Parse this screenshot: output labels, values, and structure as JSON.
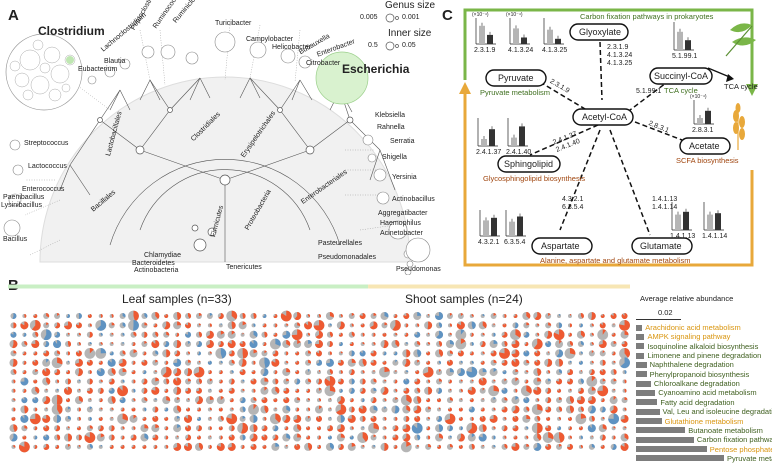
{
  "panels": {
    "a": {
      "letter": "A",
      "big_labels": [
        "Clostridium",
        "Escherichia"
      ],
      "legend": {
        "genus_title": "Genus size",
        "genus_min": "0.005",
        "genus_max": "0.001",
        "inner_title": "Inner size",
        "inner_min": "0.5",
        "inner_max": "0.05"
      },
      "genera_top": [
        "Peptoclostridium",
        "Ruminococcus",
        "Ruminiclostridium",
        "Turicibacter",
        "Lachnoclostridium",
        "Blautia",
        "Eubacterium",
        "Campylobacter",
        "Helicobacter",
        "Butiauxella",
        "Citrobacter",
        "Enterobacter"
      ],
      "genera_right": [
        "Klebsiella",
        "Rahnella",
        "Serratia",
        "Shigella",
        "Yersinia",
        "Actinobacillus",
        "Aggregatibacter",
        "Haemophilus",
        "Acinetobacter",
        "Pseudomonas"
      ],
      "genera_left": [
        "Streptococcus",
        "Lactococcus",
        "Enterococcus",
        "Paenibacillus",
        "Lysinibacillus",
        "Bacillus"
      ],
      "clades": [
        "Clostridiales",
        "Erysipelotrichales",
        "Lactobacillales",
        "Bacillales",
        "Enterobacteriales",
        "Pasteurellales",
        "Pseudomonadales",
        "Chlamydiae",
        "Bacteroidetes",
        "Actinobacteria",
        "Tenericutes",
        "Proteobacteria",
        "Firmicutes"
      ]
    },
    "b": {
      "letter": "B",
      "leaf_label": "Leaf samples (n=33)",
      "shoot_label": "Shoot samples (n=24)",
      "abundance_title": "Average relative abundance",
      "abundance_scale": "0.02",
      "leaf_count": 33,
      "shoot_count": 24,
      "colors": {
        "leaf": "#c9efc4",
        "shoot": "#f7e6b4",
        "red": "#ee5a32",
        "grey": "#b5b5b5",
        "blue": "#5f93c2"
      },
      "pathways": [
        {
          "name": "Arachidonic acid metabolism",
          "color": "#d9950f",
          "abundance": 0.002
        },
        {
          "name": "AMPK signaling pathway",
          "color": "#d9950f",
          "abundance": 0.003
        },
        {
          "name": "Isoquinoline alkaloid biosynthesis",
          "color": "#3f5f1f",
          "abundance": 0.003
        },
        {
          "name": "Limonene and pinene degradation",
          "color": "#3f5f1f",
          "abundance": 0.003
        },
        {
          "name": "Naphthalene degradation",
          "color": "#3f5f1f",
          "abundance": 0.004
        },
        {
          "name": "Phenylpropanoid biosynthesis",
          "color": "#3f5f1f",
          "abundance": 0.004
        },
        {
          "name": "Chloroalkane degradation",
          "color": "#3f5f1f",
          "abundance": 0.006
        },
        {
          "name": "Cyanoamino acid metabolism",
          "color": "#3f5f1f",
          "abundance": 0.008
        },
        {
          "name": "Fatty acid degradation",
          "color": "#3f5f1f",
          "abundance": 0.009
        },
        {
          "name": "Val, Leu and isoleucine degradation",
          "color": "#3f5f1f",
          "abundance": 0.01
        },
        {
          "name": "Glutathione metabolism",
          "color": "#d9950f",
          "abundance": 0.011
        },
        {
          "name": "Butanoate metabolism",
          "color": "#3f5f1f",
          "abundance": 0.022
        },
        {
          "name": "Carbon fixation pathway",
          "color": "#3f5f1f",
          "abundance": 0.026
        },
        {
          "name": "Pentose phosphate pathway",
          "color": "#d9950f",
          "abundance": 0.032
        },
        {
          "name": "Pyruvate metabolism",
          "color": "#3f5f1f",
          "abundance": 0.04
        }
      ]
    },
    "c": {
      "letter": "C",
      "nodes": {
        "glyoxylate": "Glyoxylate",
        "pyruvate": "Pyruvate",
        "succinyl": "Succinyl-CoA",
        "acetyl": "Acetyl-CoA",
        "sphingolipid": "Sphingolipid",
        "acetate": "Acetate",
        "aspartate": "Aspartate",
        "glutamate": "Glutamate"
      },
      "pathway_labels": {
        "carbon_fixation": "Carbon fixation pathways in prokaryotes",
        "pyruvate": "Pyruvate metabolism",
        "tca_cycle": "TCA cycle",
        "tca_cycle_arrow": "TCA cycle",
        "scfa": "SCFA biosynthesis",
        "glycosphingolipid": "Glycosphingolipid biosynthesis",
        "alanine": "Alanine, aspartate and glutamate metabolism"
      },
      "enzymes": {
        "e1": "2.3.1.9",
        "e2": "4.1.3.24",
        "e3": "4.1.3.25",
        "e4": "2.3.1.9\n4.1.3.24\n4.1.3.25",
        "e5": "5.1.99.1",
        "e6": "2.3.1.9",
        "e7": "5.1.99.1",
        "e8": "2.4.1.37",
        "e9": "2.4.1.40",
        "e10": "2.4.1.37\n2.4.1.40",
        "e11": "2.8.3.1",
        "e12": "2.8.3.1",
        "e13": "4.3.2.1\n6.3.5.4",
        "e14": "1.4.1.13\n1.4.1.14",
        "e15": "4.3.2.1",
        "e16": "6.3.5.4",
        "e17": "1.4.1.13",
        "e18": "1.4.1.14"
      },
      "scale_notes": {
        "s1": "(×10⁻⁴)",
        "s2": "(×10⁻⁴)",
        "s3": "(×10⁻⁴)"
      },
      "colors": {
        "green": "#7ab648",
        "orange": "#e8a83a",
        "dark_green": "#3f6f1f",
        "brown": "#a0460f"
      }
    }
  }
}
